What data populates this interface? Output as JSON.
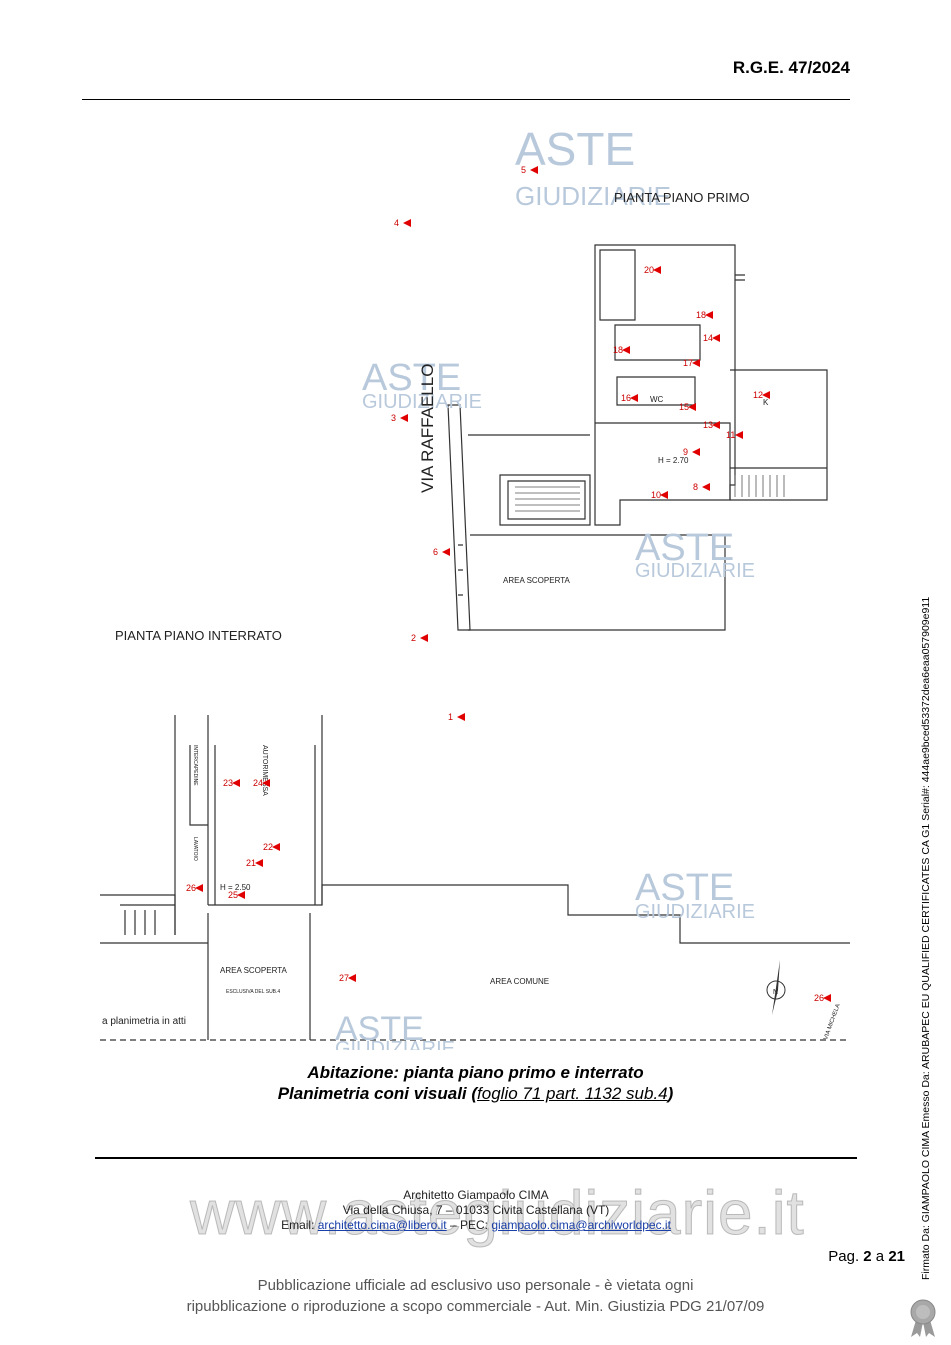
{
  "header": {
    "rge": "R.G.E. 47/2024"
  },
  "plan": {
    "title_first_floor": "PIANTA PIANO PRIMO",
    "title_basement": "PIANTA PIANO INTERRATO",
    "street": "VIA RAFFAELLO",
    "area_scoperta": "AREA SCOPERTA",
    "area_scoperta_2": "AREA SCOPERTA",
    "esclusiva": "ESCLUSIVA DEL SUB.4",
    "area_comune": "AREA COMUNE",
    "wc": "WC",
    "k": "K",
    "height_first": "H = 2.70",
    "height_basement": "H = 2.50",
    "autorimessa": "AUTORIMESSA",
    "intercapedine": "INTERCAPEDINE",
    "lavatoio": "LAVATOIO",
    "planimetria_note": "a planimetria in atti",
    "via_micheli": "VIA MICHELA",
    "north": "N",
    "markers": [
      "1",
      "2",
      "3",
      "4",
      "5",
      "6",
      "8",
      "9",
      "10",
      "11",
      "12",
      "13",
      "14",
      "15",
      "16",
      "17",
      "18",
      "18",
      "20",
      "21",
      "22",
      "23",
      "24",
      "25",
      "26",
      "26",
      "27"
    ],
    "watermark_aste": "ASTE",
    "watermark_giudiziarie": "GIUDIZIARIE"
  },
  "caption": {
    "line1": "Abitazione: pianta piano primo e interrato",
    "line2_prefix": "Planimetria coni visuali (",
    "line2_ref": "foglio 71 part. 1132 sub.4",
    "line2_suffix": ")"
  },
  "footer": {
    "name": "Architetto Giampaolo CIMA",
    "address": "Via della Chiusa, 7 – 01033 Civita Castellana (VT)",
    "email_label": "Email: ",
    "email": "architetto.cima@libero.it",
    "pec_label": " – PEC: ",
    "pec": "giampaolo.cima@archiworldpec.it",
    "site_watermark": "www.astegiudiziarie.it"
  },
  "page": {
    "prefix": "Pag. ",
    "current": "2",
    "sep": " a ",
    "total": "21"
  },
  "notice": {
    "line1": "Pubblicazione ufficiale ad esclusivo uso personale - è vietata ogni",
    "line2": "ripubblicazione o riproduzione a scopo commerciale - Aut. Min. Giustizia PDG 21/07/09"
  },
  "signature": "Firmato Da: GIAMPAOLO CIMA Emesso Da: ARUBAPEC EU QUALIFIED CERTIFICATES CA G1 Serial#: 444ae9bced53372dea6eaa057909e911"
}
